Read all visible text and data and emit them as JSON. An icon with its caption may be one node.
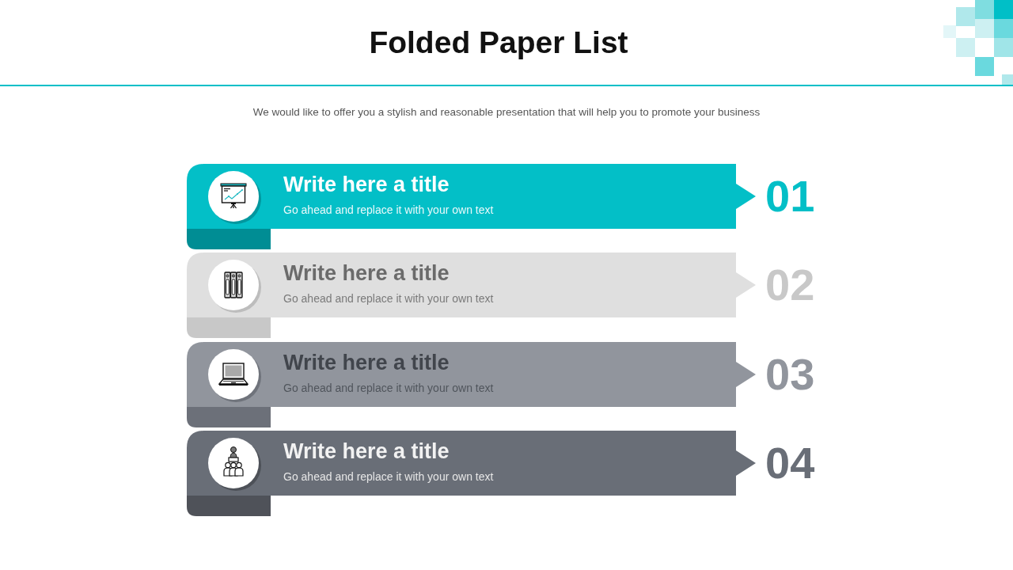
{
  "diagram": {
    "title": "Folded Paper List",
    "nodes": [
      {
        "text": [
          "Write here a title",
          "Go ahead and replace it with your own text"
        ],
        "beside": [
          "01"
        ]
      },
      {
        "text": [
          "Write here a title",
          "Go ahead and replace it with your own text"
        ],
        "beside": [
          "02"
        ]
      },
      {
        "text": [
          "Write here a title",
          "Go ahead and replace it with your own text"
        ],
        "beside": [
          "03"
        ]
      },
      {
        "text": [
          "Write here a title",
          "Go ahead and replace it with your own text"
        ],
        "beside": [
          "04"
        ]
      }
    ],
    "labels": [
      "We would like to offer you a stylish and reasonable presentation that will help you to promote your business"
    ]
  }
}
